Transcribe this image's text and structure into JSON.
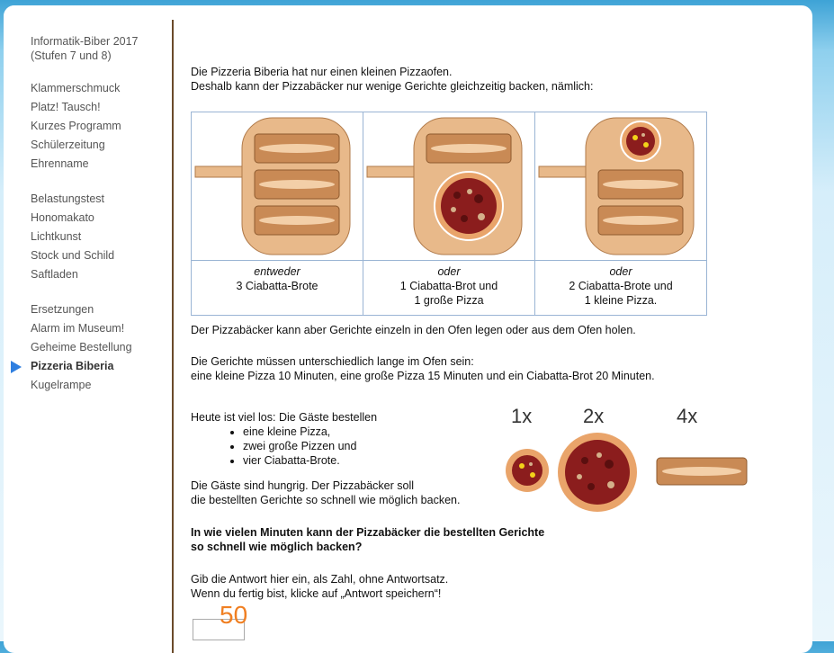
{
  "sidebar": {
    "title_line1": "Informatik-Biber 2017",
    "title_line2": "(Stufen 7 und 8)",
    "groups": [
      [
        "Klammerschmuck",
        "Platz! Tausch!",
        "Kurzes Programm",
        "Schülerzeitung",
        "Ehrenname"
      ],
      [
        "Belastungstest",
        "Honomakato",
        "Lichtkunst",
        "Stock und Schild",
        "Saftladen"
      ],
      [
        "Ersetzungen",
        "Alarm im Museum!",
        "Geheime Bestellung",
        "Pizzeria Biberia",
        "Kugelrampe"
      ]
    ],
    "active_item": "Pizzeria Biberia"
  },
  "intro": {
    "line1": "Die Pizzeria Biberia hat nur einen kleinen Pizzaofen.",
    "line2": "Deshalb kann der Pizzabäcker nur wenige Gerichte gleichzeitig backen, nämlich:"
  },
  "options": [
    {
      "word": "entweder",
      "line1": "3 Ciabatta-Brote",
      "line2": ""
    },
    {
      "word": "oder",
      "line1": "1 Ciabatta-Brot und",
      "line2": "1 große Pizza"
    },
    {
      "word": "oder",
      "line1": "2 Ciabatta-Brote und",
      "line2": "1 kleine Pizza."
    }
  ],
  "para2": "Der Pizzabäcker kann aber Gerichte einzeln in den Ofen legen oder aus dem Ofen holen.",
  "para3": {
    "line1": "Die Gerichte müssen unterschiedlich lange im Ofen sein:",
    "line2": "eine kleine Pizza 10 Minuten, eine große Pizza 15 Minuten und ein Ciabatta-Brot 20 Minuten."
  },
  "order": {
    "intro": "Heute ist viel los: Die Gäste bestellen",
    "items": [
      "eine kleine Pizza,",
      "zwei große Pizzen und",
      "vier Ciabatta-Brote."
    ],
    "counts": [
      "1x",
      "2x",
      "4x"
    ]
  },
  "para5": {
    "line1": "Die Gäste sind hungrig. Der Pizzabäcker soll",
    "line2": "die bestellten Gerichte so schnell wie möglich backen."
  },
  "question": {
    "line1": "In wie vielen Minuten kann der Pizzabäcker die bestellten Gerichte",
    "line2": "so schnell wie möglich backen?"
  },
  "instructions": {
    "line1": "Gib die Antwort hier ein, als Zahl, ohne Antwortsatz.",
    "line2": "Wenn du fertig bist, klicke auf „Antwort speichern“!"
  },
  "answer_value": "50",
  "colors": {
    "accent_arrow": "#2f7fe0",
    "divider": "#6b4a2a",
    "answer": "#f07f22"
  }
}
